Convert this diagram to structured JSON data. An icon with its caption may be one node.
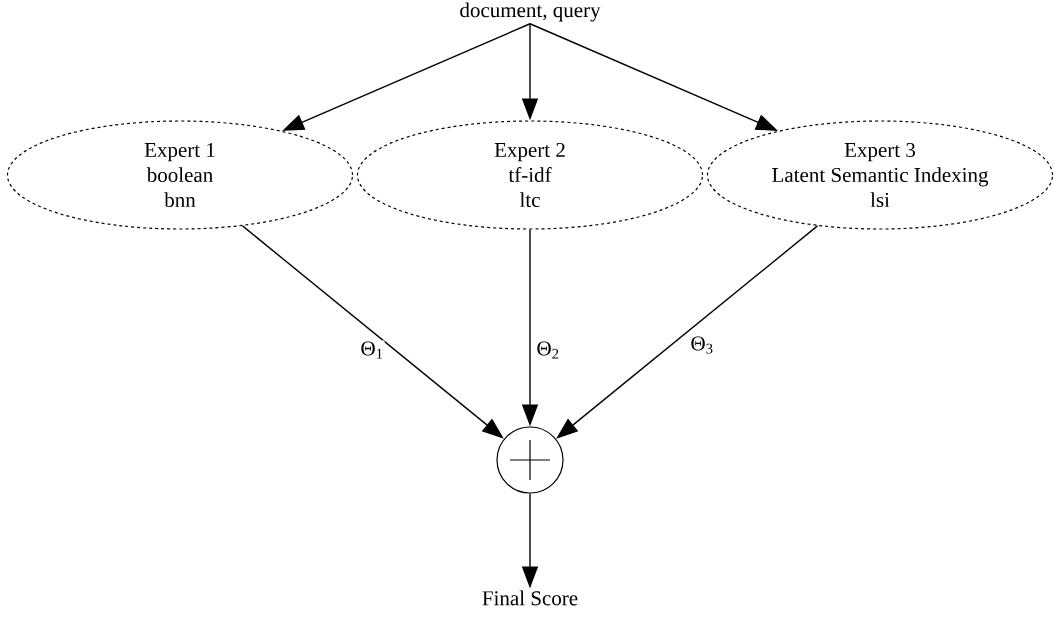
{
  "diagram": {
    "nodes": [
      {
        "text": [
          "document, query"
        ]
      },
      {
        "text": [
          "Expert 1",
          "boolean",
          "bnn"
        ]
      },
      {
        "text": [
          "Expert 2",
          "tf-idf",
          "ltc"
        ]
      },
      {
        "text": [
          "Expert 3",
          "Latent Semantic Indexing",
          "lsi"
        ]
      },
      {
        "text": [],
        "shape": "circle"
      },
      {
        "text": [
          "Final Score"
        ]
      }
    ],
    "edges": [
      {
        "from": 0,
        "to": 1,
        "arrow": "to"
      },
      {
        "from": 0,
        "to": 2,
        "arrow": "to"
      },
      {
        "from": 0,
        "to": 3,
        "arrow": "to"
      },
      {
        "from": 1,
        "to": 4,
        "arrow": "to",
        "label": "Θ$_{1}$"
      },
      {
        "from": 2,
        "to": 4,
        "arrow": "to",
        "label": "Θ$_{2}$"
      },
      {
        "from": 3,
        "to": 4,
        "arrow": "to",
        "label": "Θ$_{3}$"
      },
      {
        "from": 4,
        "to": 5,
        "arrow": "to"
      }
    ]
  }
}
